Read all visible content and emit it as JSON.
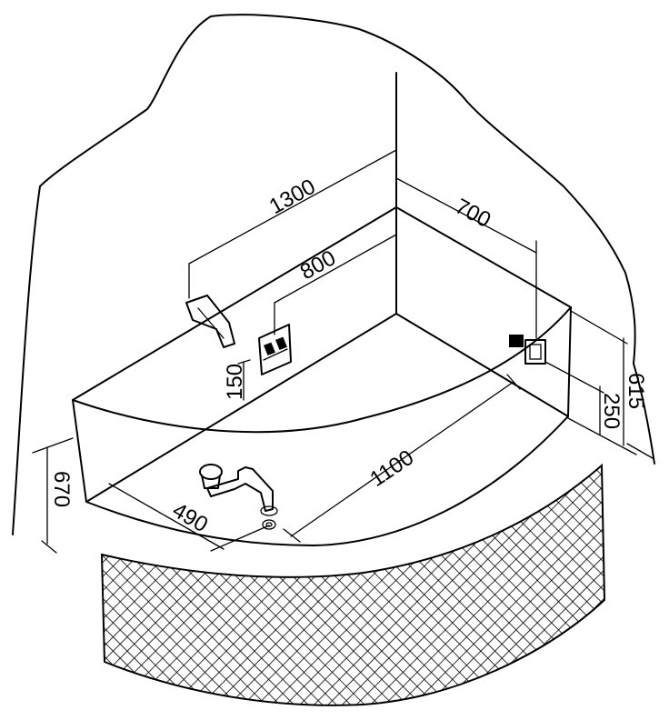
{
  "dimensions": {
    "d1300": "1300",
    "d800": "800",
    "d700": "700",
    "d150": "150",
    "d670": "670",
    "d490": "490",
    "d1100": "1100",
    "d615": "615",
    "d250": "250"
  },
  "colors": {
    "line": "#000000",
    "background": "#ffffff"
  }
}
